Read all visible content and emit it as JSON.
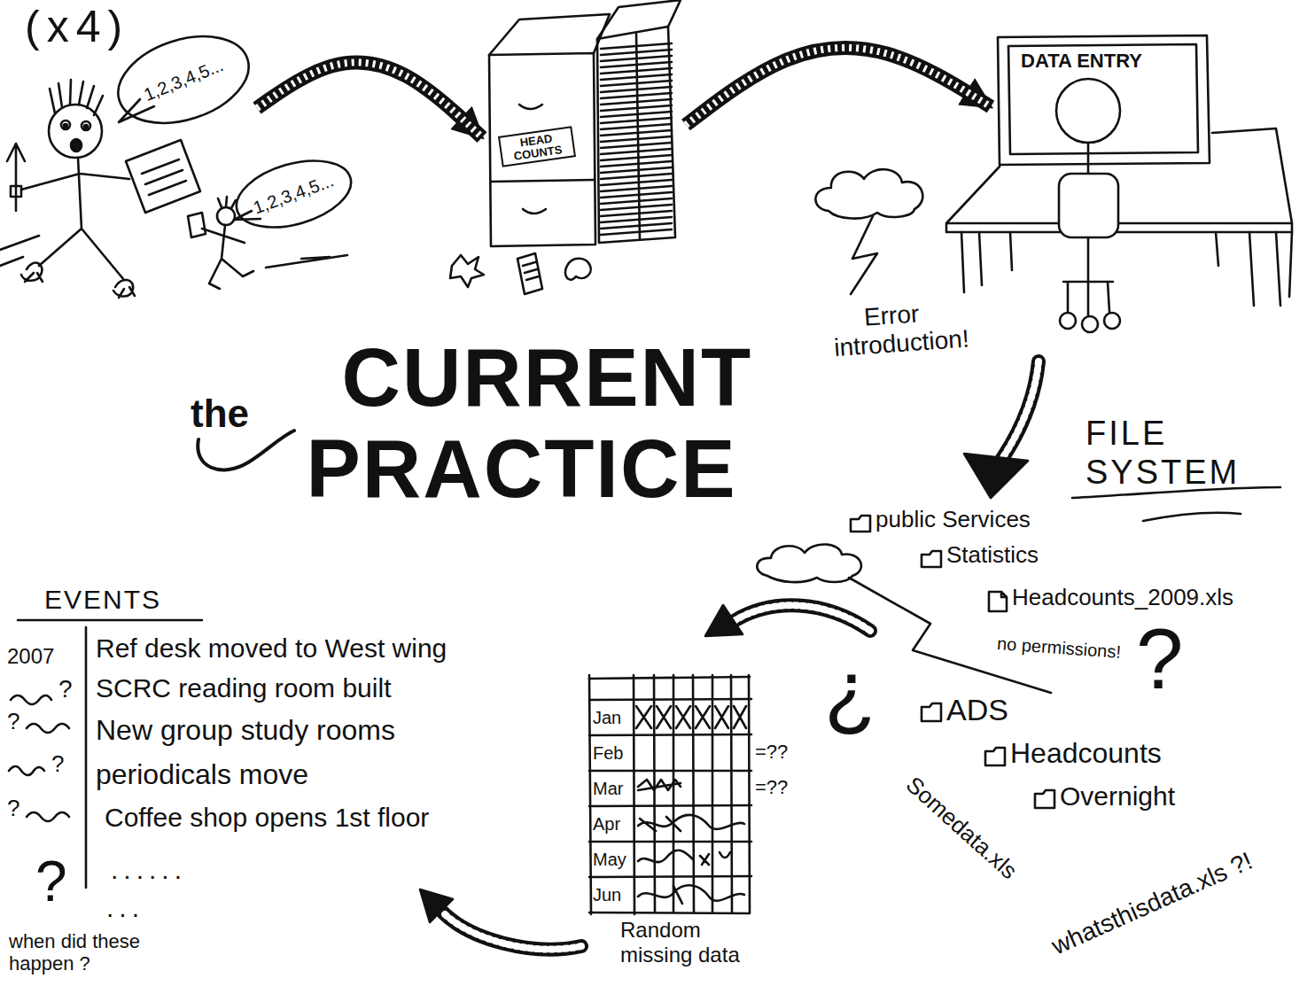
{
  "diagram": {
    "title": "the CURRENT PRACTICE",
    "nodes": [
      {
        "text": [
          "1,2,3,4,5..."
        ]
      },
      {
        "text": [
          "1,2,3,4,5..."
        ]
      },
      {
        "text": [
          "HEAD COUNTS"
        ]
      },
      {
        "text": [
          "DATA ENTRY"
        ]
      }
    ],
    "edges": [
      {
        "from": 0,
        "to": 2,
        "arrow": "to"
      },
      {
        "from": 2,
        "to": 3,
        "arrow": "to"
      }
    ],
    "labels": [
      "(x4)",
      "Error introduction!",
      "FILE SYSTEM",
      "public Services",
      "Statistics",
      "Headcounts_2009.xls",
      "no permissions!",
      "?",
      "¿",
      "ADS",
      "Headcounts",
      "Overnight",
      "Somedata.xls",
      "whatsthisdata.xls ?!",
      "Jan",
      "Feb",
      "Mar",
      "Apr",
      "May",
      "Jun",
      "=??",
      "=??",
      "Random missing data",
      "EVENTS",
      "2007",
      "Ref desk moved to West wing",
      "?",
      "SCRC reading room built",
      "?",
      "New group study rooms",
      "?",
      "periodicals move",
      "?",
      "Coffee shop opens 1st floor",
      "?",
      "......",
      "...",
      "when did these happen ?"
    ]
  }
}
